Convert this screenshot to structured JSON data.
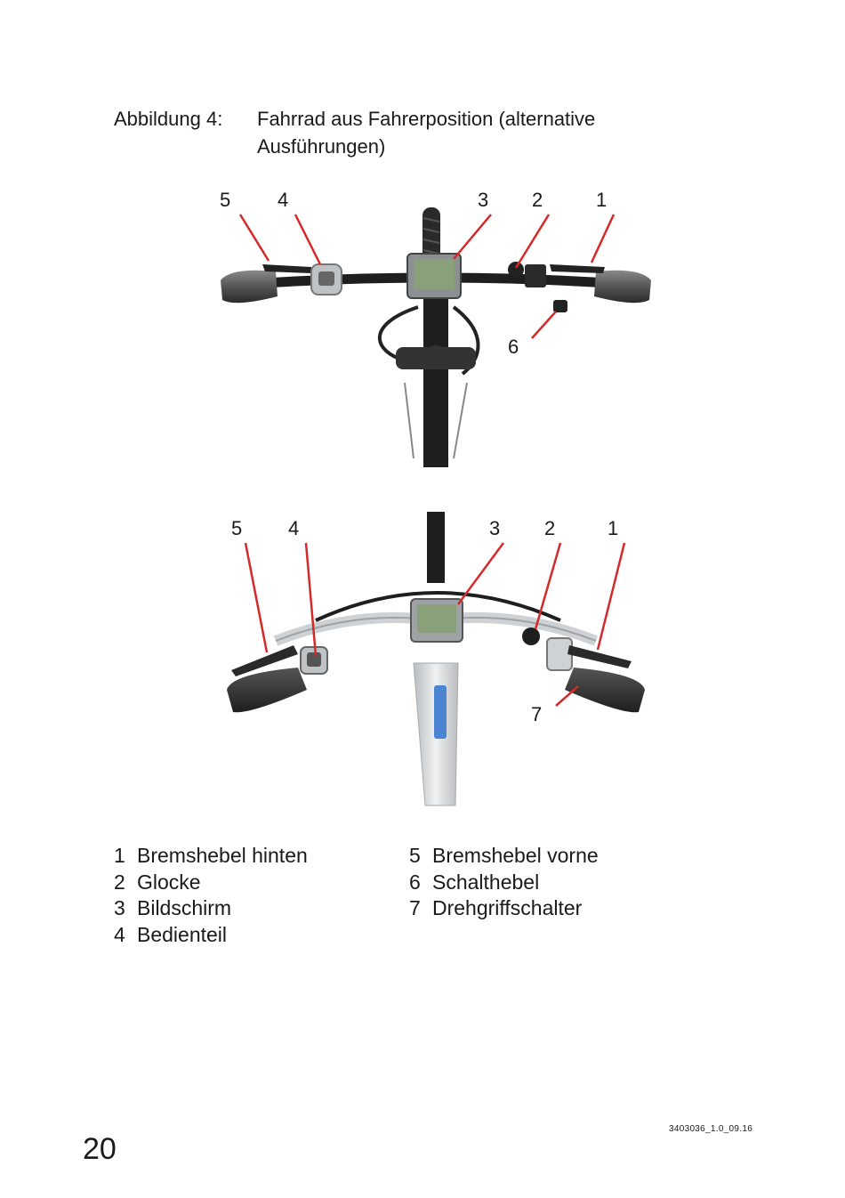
{
  "figure": {
    "label": "Abbildung 4:",
    "title": "Fahrrad aus Fahrerposition (alternative Ausführungen)"
  },
  "callouts_top": [
    "5",
    "4",
    "3",
    "2",
    "1",
    "6"
  ],
  "callouts_bottom": [
    "5",
    "4",
    "3",
    "2",
    "1",
    "7"
  ],
  "legend_left": [
    {
      "num": "1",
      "text": "Bremshebel hinten"
    },
    {
      "num": "2",
      "text": "Glocke"
    },
    {
      "num": "3",
      "text": "Bildschirm"
    },
    {
      "num": "4",
      "text": "Bedienteil"
    }
  ],
  "legend_right": [
    {
      "num": "5",
      "text": "Bremshebel vorne"
    },
    {
      "num": "6",
      "text": "Schalthebel"
    },
    {
      "num": "7",
      "text": "Drehgriffschalter"
    }
  ],
  "page_number": "20",
  "doc_code": "3403036_1.0_09.16",
  "colors": {
    "callout_line": "#d42a2a",
    "grip": "#555555",
    "frame_dark": "#1e1e1e",
    "frame_light": "#cfd2d4",
    "display": "#8aa07a"
  }
}
